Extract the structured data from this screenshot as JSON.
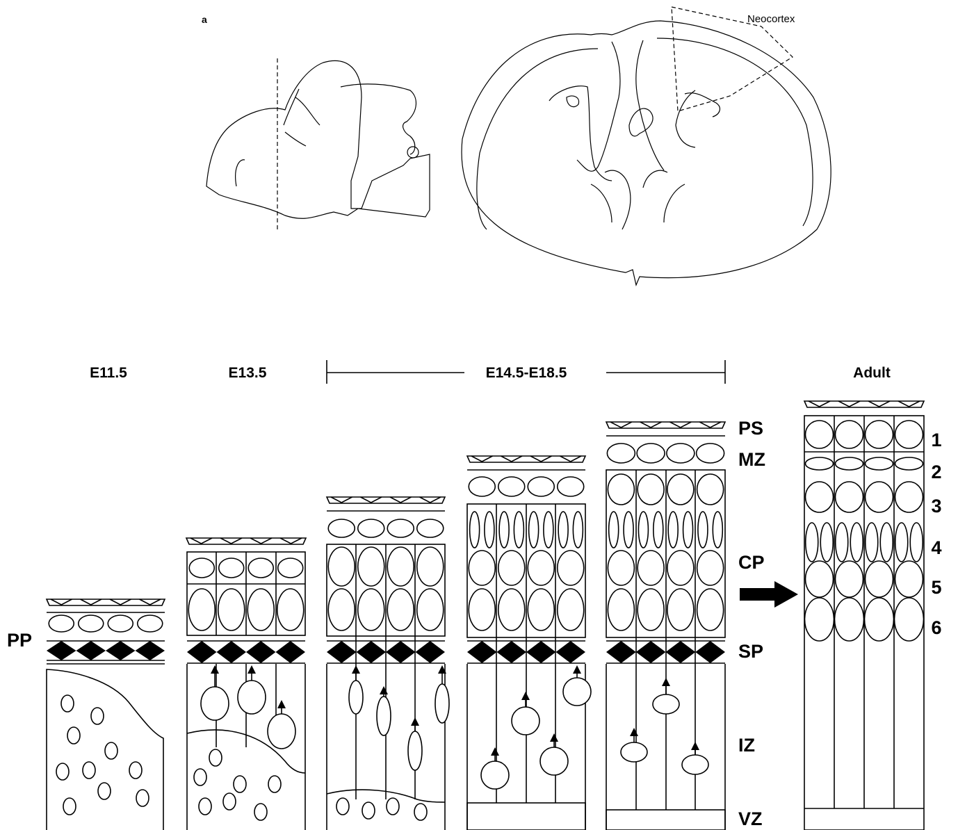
{
  "panel_label": "a",
  "neocortex_label": "Neocortex",
  "stages": {
    "e11": "E11.5",
    "e13": "E13.5",
    "e14_18": "E14.5-E18.5",
    "adult": "Adult"
  },
  "zones": {
    "pp": "PP",
    "ps": "PS",
    "mz": "MZ",
    "cp": "CP",
    "sp": "SP",
    "iz": "IZ",
    "vz": "VZ"
  },
  "adult_layers": [
    "1",
    "2",
    "3",
    "4",
    "5",
    "6"
  ]
}
